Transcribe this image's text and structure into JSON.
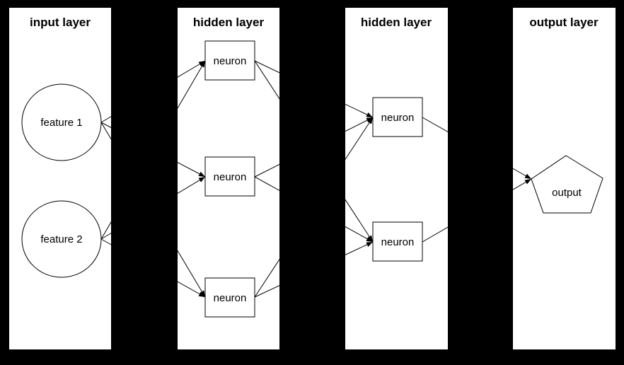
{
  "diagram": {
    "type": "neural-network",
    "colors": {
      "background": "#000000",
      "panel_fill": "#ffffff",
      "line": "#000000",
      "text": "#000000"
    },
    "layers": [
      {
        "title": "input layer",
        "nodes": [
          {
            "id": "feature1",
            "label": "feature 1",
            "shape": "circle"
          },
          {
            "id": "feature2",
            "label": "feature 2",
            "shape": "circle"
          }
        ]
      },
      {
        "title": "hidden layer",
        "nodes": [
          {
            "id": "h1n1",
            "label": "neuron",
            "shape": "box"
          },
          {
            "id": "h1n2",
            "label": "neuron",
            "shape": "box"
          },
          {
            "id": "h1n3",
            "label": "neuron",
            "shape": "box"
          }
        ]
      },
      {
        "title": "hidden layer",
        "nodes": [
          {
            "id": "h2n1",
            "label": "neuron",
            "shape": "box"
          },
          {
            "id": "h2n2",
            "label": "neuron",
            "shape": "box"
          }
        ]
      },
      {
        "title": "output layer",
        "nodes": [
          {
            "id": "output",
            "label": "output",
            "shape": "pentagon"
          }
        ]
      }
    ],
    "edges": [
      [
        "feature1",
        "h1n1"
      ],
      [
        "feature1",
        "h1n2"
      ],
      [
        "feature1",
        "h1n3"
      ],
      [
        "feature2",
        "h1n1"
      ],
      [
        "feature2",
        "h1n2"
      ],
      [
        "feature2",
        "h1n3"
      ],
      [
        "h1n1",
        "h2n1"
      ],
      [
        "h1n1",
        "h2n2"
      ],
      [
        "h1n2",
        "h2n1"
      ],
      [
        "h1n2",
        "h2n2"
      ],
      [
        "h1n3",
        "h2n1"
      ],
      [
        "h1n3",
        "h2n2"
      ],
      [
        "h2n1",
        "output"
      ],
      [
        "h2n2",
        "output"
      ]
    ]
  }
}
